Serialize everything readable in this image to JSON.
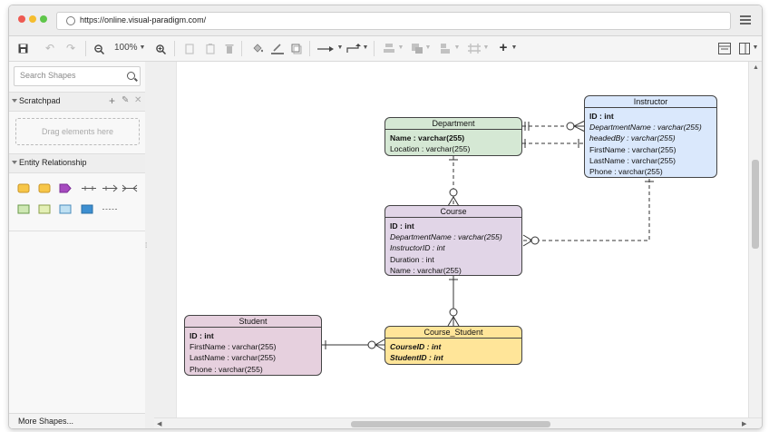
{
  "browser": {
    "url": "https://online.visual-paradigm.com/",
    "dots": [
      "#ee5a52",
      "#f5bd2f",
      "#5fc64a"
    ]
  },
  "toolbar": {
    "zoom": "100%"
  },
  "sidebar": {
    "search_placeholder": "Search Shapes",
    "scratchpad_label": "Scratchpad",
    "drag_hint": "Drag elements here",
    "er_label": "Entity Relationship",
    "more_shapes": "More Shapes..."
  },
  "entities": {
    "department": {
      "name": "Department",
      "color": "#d5e8d4",
      "attrs": [
        {
          "text": "Name : varchar(255)",
          "style": "bold"
        },
        {
          "text": "Location : varchar(255)",
          "style": "normal"
        }
      ]
    },
    "instructor": {
      "name": "Instructor",
      "color": "#dae8fc",
      "attrs": [
        {
          "text": "ID : int",
          "style": "bold"
        },
        {
          "text": "DepartmentName : varchar(255)",
          "style": "italic"
        },
        {
          "text": "headedBy : varchar(255)",
          "style": "italic"
        },
        {
          "text": "FirstName : varchar(255)",
          "style": "normal"
        },
        {
          "text": "LastName : varchar(255)",
          "style": "normal"
        },
        {
          "text": "Phone : varchar(255)",
          "style": "normal"
        }
      ]
    },
    "course": {
      "name": "Course",
      "color": "#e1d5e7",
      "attrs": [
        {
          "text": "ID : int",
          "style": "bold"
        },
        {
          "text": "DepartmentName : varchar(255)",
          "style": "italic"
        },
        {
          "text": "InstructorID : int",
          "style": "italic"
        },
        {
          "text": "Duration : int",
          "style": "normal"
        },
        {
          "text": "Name : varchar(255)",
          "style": "normal"
        }
      ]
    },
    "student": {
      "name": "Student",
      "color": "#e6d0de",
      "attrs": [
        {
          "text": "ID : int",
          "style": "bold"
        },
        {
          "text": "FirstName : varchar(255)",
          "style": "normal"
        },
        {
          "text": "LastName : varchar(255)",
          "style": "normal"
        },
        {
          "text": "Phone : varchar(255)",
          "style": "normal"
        }
      ]
    },
    "course_student": {
      "name": "Course_Student",
      "color": "#ffe599",
      "attrs": [
        {
          "text": "CourseID : int",
          "style": "bold-italic"
        },
        {
          "text": "StudentID : int",
          "style": "bold-italic"
        }
      ]
    }
  }
}
